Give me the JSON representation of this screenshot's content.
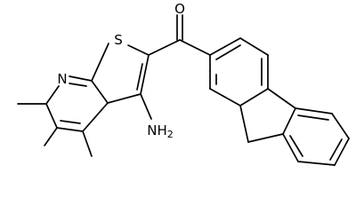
{
  "diagram": {
    "type": "chemical-structure",
    "atom_labels": {
      "oxygen": "O",
      "sulfur": "S",
      "nitrogen": "N",
      "amine": "NH",
      "amine_subscript": "2"
    }
  },
  "colors": {
    "background": "#ffffff",
    "bonds": "#000000",
    "labels": "#000000"
  }
}
